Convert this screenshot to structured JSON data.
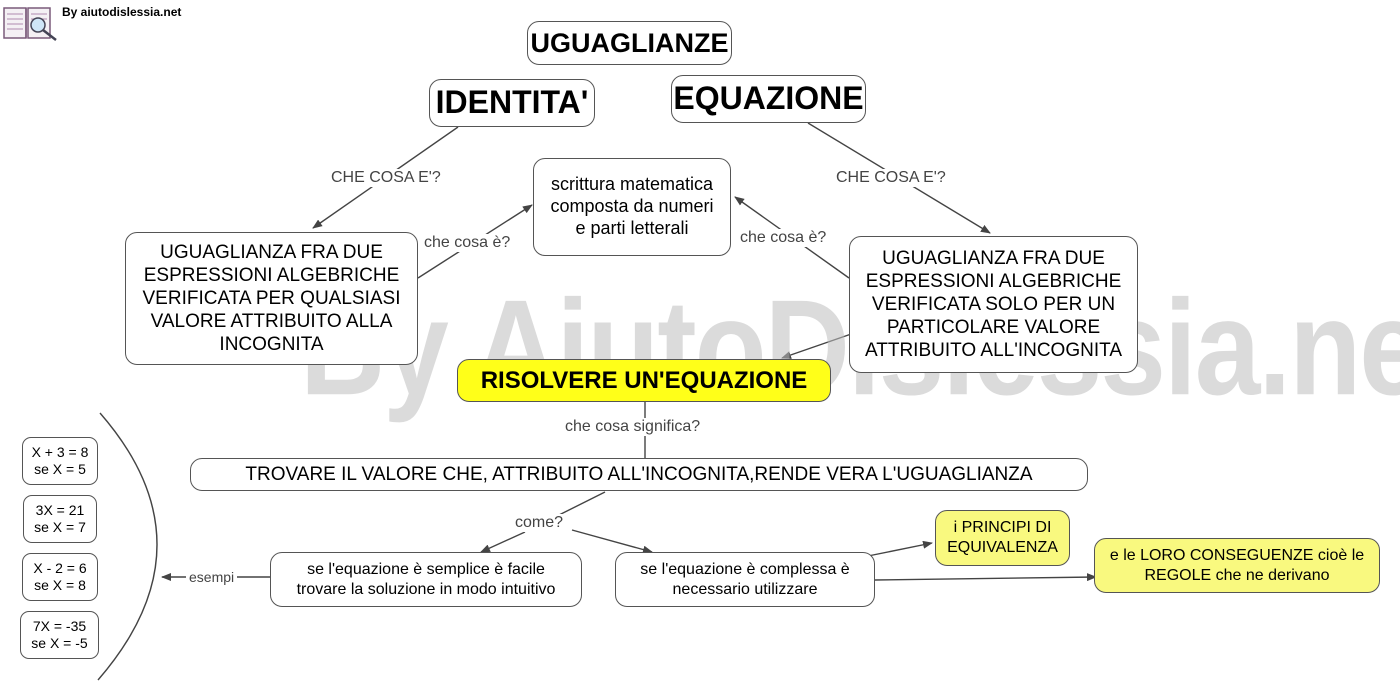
{
  "header": {
    "credit": "By aiutodislessia.net",
    "watermark": "By AiutoDislessia.net"
  },
  "nodes": {
    "uguaglianze": "UGUAGLIANZE",
    "identita": "IDENTITA'",
    "equazione": "EQUAZIONE",
    "scrittura": "scrittura matematica composta da numeri e parti letterali",
    "def_identita": "UGUAGLIANZA FRA DUE ESPRESSIONI ALGEBRICHE VERIFICATA PER QUALSIASI VALORE ATTRIBUITO ALLA INCOGNITA",
    "def_equazione": "UGUAGLIANZA FRA DUE ESPRESSIONI ALGEBRICHE VERIFICATA SOLO PER UN PARTICOLARE VALORE ATTRIBUITO ALL'INCOGNITA",
    "risolvere": "RISOLVERE UN'EQUAZIONE",
    "trovare": "TROVARE IL VALORE CHE, ATTRIBUITO ALL'INCOGNITA,RENDE VERA L'UGUAGLIANZA",
    "semplice": "se l'equazione è semplice è facile trovare la soluzione in modo intuitivo",
    "complessa": "se l'equazione è complessa è necessario utilizzare",
    "principi": "i PRINCIPI DI EQUIVALENZA",
    "conseguenze": "e le LORO CONSEGUENZE cioè le REGOLE che ne derivano"
  },
  "examples": [
    {
      "eq": "X + 3 = 8",
      "sol": "se X = 5"
    },
    {
      "eq": "3X = 21",
      "sol": "se X = 7"
    },
    {
      "eq": "X - 2 = 6",
      "sol": "se X = 8"
    },
    {
      "eq": "7X = -35",
      "sol": "se X = -5"
    }
  ],
  "links": {
    "che_cosa_e_left": "CHE COSA E'?",
    "che_cosa_e_right": "CHE COSA E'?",
    "che_cosa_e_small_left": "che cosa è?",
    "che_cosa_e_small_right": "che cosa è?",
    "che_cosa_significa": "che cosa significa?",
    "come": "come?",
    "esempi": "esempi"
  },
  "colors": {
    "border": "#555555",
    "line": "#444444",
    "highlight": "#ffff19",
    "note_yellow": "#f9f97f"
  }
}
